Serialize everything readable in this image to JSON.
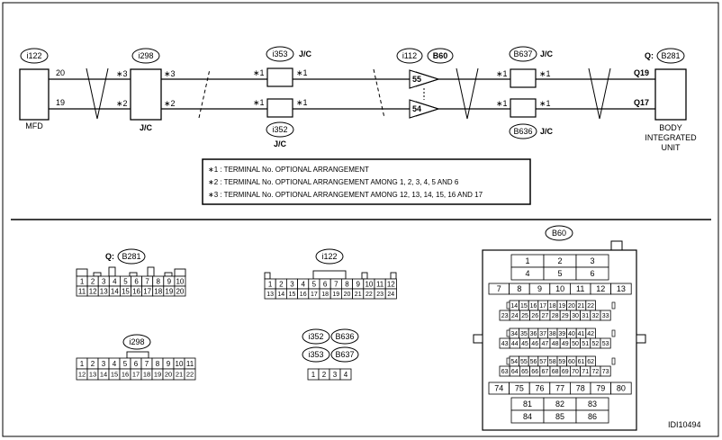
{
  "diagram": {
    "mfd_connector": "i122",
    "mfd_label": "MFD",
    "wire_top": "20",
    "wire_bottom": "19",
    "jc1_connector": "i298",
    "jc1_label": "J/C",
    "jc1_in_top": "∗3",
    "jc1_out_top": "∗3",
    "jc1_in_bottom": "∗2",
    "jc1_out_bottom": "∗2",
    "jc2_top_connector": "i353",
    "jc2_top_label": "J/C",
    "jc2_bottom_connector": "i352",
    "jc2_bottom_label": "J/C",
    "star1": "∗1",
    "conn_left": "i112",
    "conn_right": "B60",
    "pin_top": "55",
    "pin_bottom": "54",
    "jc3_top_connector": "B637",
    "jc3_top_label": "J/C",
    "jc3_bottom_connector": "B636",
    "jc3_bottom_label": "J/C",
    "body_prefix": "Q:",
    "body_connector": "B281",
    "body_pin_top": "Q19",
    "body_pin_bottom": "Q17",
    "body_label_1": "BODY",
    "body_label_2": "INTEGRATED",
    "body_label_3": "UNIT"
  },
  "notes": [
    {
      "mark": "∗1",
      "text": " : TERMINAL No. OPTIONAL ARRANGEMENT"
    },
    {
      "mark": "∗2",
      "text": " : TERMINAL No. OPTIONAL ARRANGEMENT AMONG 1, 2, 3, 4, 5 AND 6"
    },
    {
      "mark": "∗3",
      "text": " : TERMINAL No. OPTIONAL ARRANGEMENT AMONG 12, 13, 14, 15, 16 AND 17"
    }
  ],
  "connectors": {
    "b281": {
      "prefix": "Q:",
      "id": "B281",
      "rows": [
        [
          "1",
          "2",
          "3",
          "4",
          "5",
          "6",
          "7",
          "8",
          "9",
          "10"
        ],
        [
          "11",
          "12",
          "13",
          "14",
          "15",
          "16",
          "17",
          "18",
          "19",
          "20"
        ]
      ]
    },
    "i122": {
      "id": "i122",
      "rows": [
        [
          "1",
          "2",
          "3",
          "4",
          "5",
          "6",
          "7",
          "8",
          "9",
          "10",
          "11",
          "12"
        ],
        [
          "13",
          "14",
          "15",
          "16",
          "17",
          "18",
          "19",
          "20",
          "21",
          "22",
          "23",
          "24"
        ]
      ]
    },
    "i298": {
      "id": "i298",
      "rows": [
        [
          "1",
          "2",
          "3",
          "4",
          "5",
          "6",
          "7",
          "8",
          "9",
          "10",
          "11"
        ],
        [
          "12",
          "13",
          "14",
          "15",
          "16",
          "17",
          "18",
          "19",
          "20",
          "21",
          "22"
        ]
      ]
    },
    "small4": {
      "ids": [
        "i352",
        "B636",
        "i353",
        "B637"
      ],
      "pins": [
        "1",
        "2",
        "3",
        "4"
      ]
    },
    "b60": {
      "id": "B60",
      "row_a": [
        [
          "1",
          "2",
          "3"
        ],
        [
          "4",
          "5",
          "6"
        ]
      ],
      "row_b": [
        "7",
        "8",
        "9",
        "10",
        "11",
        "12",
        "13"
      ],
      "block1": [
        [
          "14",
          "15",
          "16",
          "17",
          "18",
          "19",
          "20",
          "21",
          "22"
        ],
        [
          "23",
          "24",
          "25",
          "26",
          "27",
          "28",
          "29",
          "30",
          "31",
          "32",
          "33"
        ]
      ],
      "block2": [
        [
          "34",
          "35",
          "36",
          "37",
          "38",
          "39",
          "40",
          "41",
          "42"
        ],
        [
          "43",
          "44",
          "45",
          "46",
          "47",
          "48",
          "49",
          "50",
          "51",
          "52",
          "53"
        ]
      ],
      "block3": [
        [
          "54",
          "55",
          "56",
          "57",
          "58",
          "59",
          "60",
          "61",
          "62"
        ],
        [
          "63",
          "64",
          "65",
          "66",
          "67",
          "68",
          "69",
          "70",
          "71",
          "72",
          "73"
        ]
      ],
      "row_c": [
        "74",
        "75",
        "76",
        "77",
        "78",
        "79",
        "80"
      ],
      "row_d": [
        [
          "81",
          "82",
          "83"
        ],
        [
          "84",
          "85",
          "86"
        ]
      ]
    }
  },
  "figure_id": "IDI10494"
}
